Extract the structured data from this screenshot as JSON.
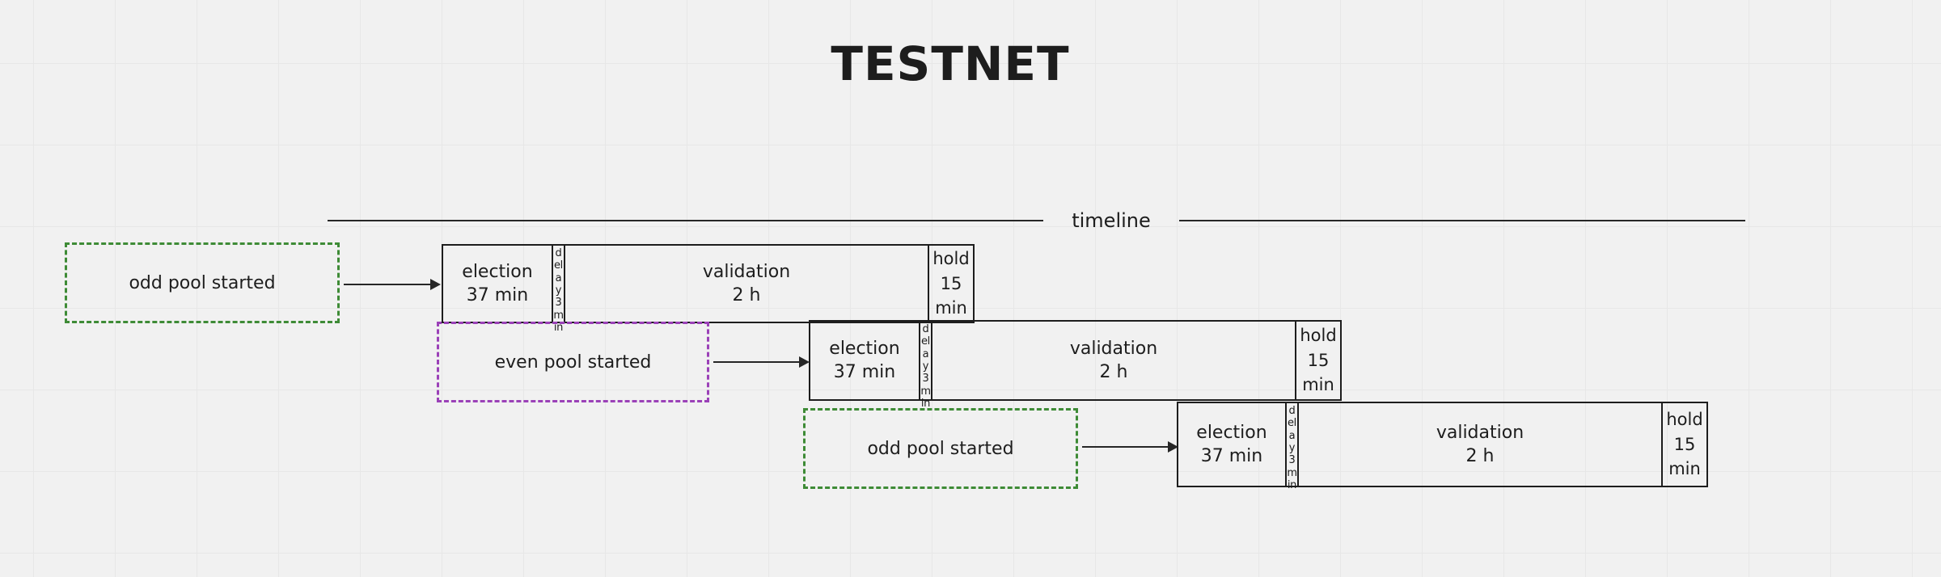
{
  "page": {
    "title": "TESTNET",
    "background_color": "#f1f1f1",
    "grid_color": "#e7e7e7",
    "line_color": "#1d1d1d",
    "green_accent": "#3e8b36",
    "purple_accent": "#9b41b8"
  },
  "timeline": {
    "label": "timeline",
    "icon": "horizontal-axis-line"
  },
  "rows": [
    {
      "index": 1,
      "note": {
        "text": "odd pool started",
        "style": "green-dashed",
        "color": "#3e8b36"
      },
      "arrow": "arrow-right-icon",
      "phases": [
        {
          "name": "election",
          "duration": "37 min"
        },
        {
          "name": "delay",
          "duration": "3 min"
        },
        {
          "name": "validation",
          "duration": "2 h"
        },
        {
          "name": "hold",
          "duration": "15 min"
        }
      ]
    },
    {
      "index": 2,
      "note": {
        "text": "even pool started",
        "style": "purple-dashed",
        "color": "#9b41b8"
      },
      "arrow": "arrow-right-icon",
      "phases": [
        {
          "name": "election",
          "duration": "37 min"
        },
        {
          "name": "delay",
          "duration": "3 min"
        },
        {
          "name": "validation",
          "duration": "2 h"
        },
        {
          "name": "hold",
          "duration": "15 min"
        }
      ]
    },
    {
      "index": 3,
      "note": {
        "text": "odd pool started",
        "style": "green-dashed",
        "color": "#3e8b36"
      },
      "arrow": "arrow-right-icon",
      "phases": [
        {
          "name": "election",
          "duration": "37 min"
        },
        {
          "name": "delay",
          "duration": "3 min"
        },
        {
          "name": "validation",
          "duration": "2 h"
        },
        {
          "name": "hold",
          "duration": "15 min"
        }
      ]
    }
  ],
  "hold_lines": {
    "r1": [
      "hold",
      "15",
      "min"
    ],
    "r2": [
      "hold",
      "15",
      "min"
    ],
    "r3": [
      "hold",
      "15",
      "min"
    ]
  },
  "delay_text": {
    "r1": "delay 3 min",
    "r2": "delay 3 min",
    "r3": "delay 3 min"
  }
}
